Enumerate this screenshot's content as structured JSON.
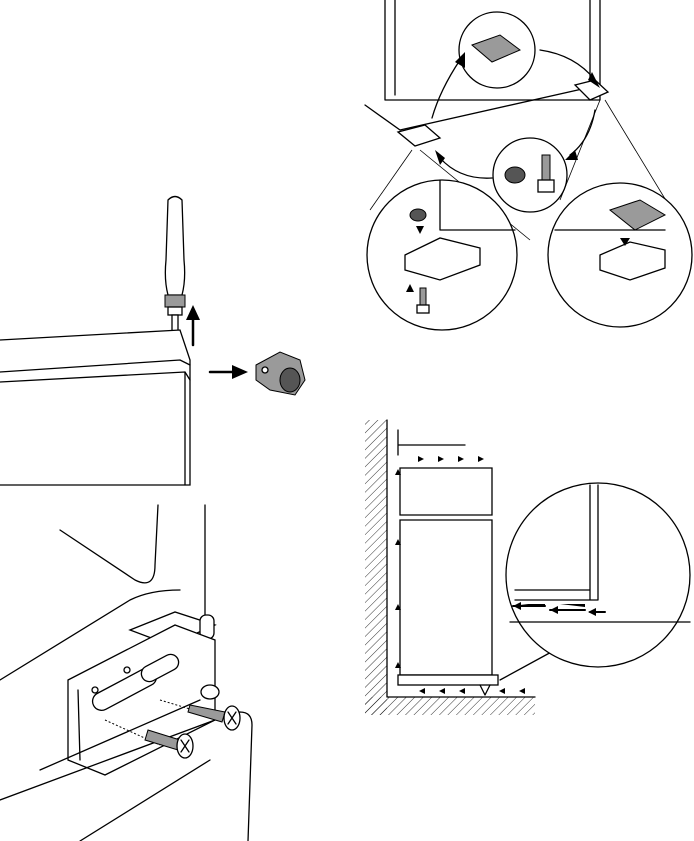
{
  "colors": {
    "line": "#000000",
    "fill": "#ffffff",
    "shade": "#9a9a9a"
  },
  "figures": {
    "door_hinge_removal": {
      "arrow_directions": [
        "up",
        "right"
      ]
    },
    "hinge_screw_mounting": {
      "screw_count": 2
    },
    "foot_swap": {
      "detail_circles": 4
    },
    "ventilation_side_view": {
      "airflow_arrow_count": 14
    }
  }
}
